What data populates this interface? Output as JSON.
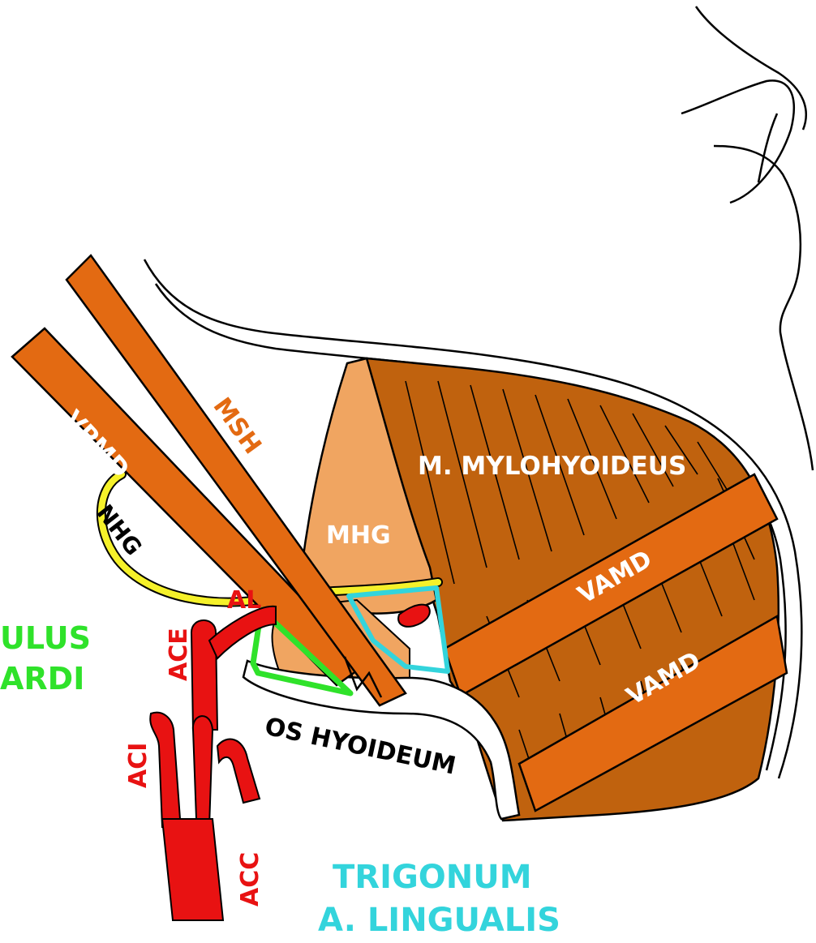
{
  "labels": {
    "vpmd": "VPMD",
    "msh": "MSH",
    "nhg": "NHG",
    "mhg": "MHG",
    "mylohyoideus": "M. MYLOHYOIDEUS",
    "vamd_upper": "VAMD",
    "vamd_lower": "VAMD",
    "ace": "ACE",
    "al": "AL",
    "aci": "ACI",
    "acc": "ACC",
    "os_hyoideum": "OS HYOIDEUM",
    "ulus": "ULUS",
    "ardi": "ARDI",
    "trigonum_line1": "TRIGONUM",
    "trigonum_line2": "A. LINGUALIS"
  },
  "colors": {
    "muscle_orange": "#e36a12",
    "mylohyoid_brown": "#c0620e",
    "hyoglossus_tan": "#f0a561",
    "artery_red": "#e81212",
    "nerve_yellow": "#f5f12a",
    "triangle_green": "#2fe22a",
    "trigonum_cyan": "#33d4dc",
    "outline_black": "#000000"
  }
}
